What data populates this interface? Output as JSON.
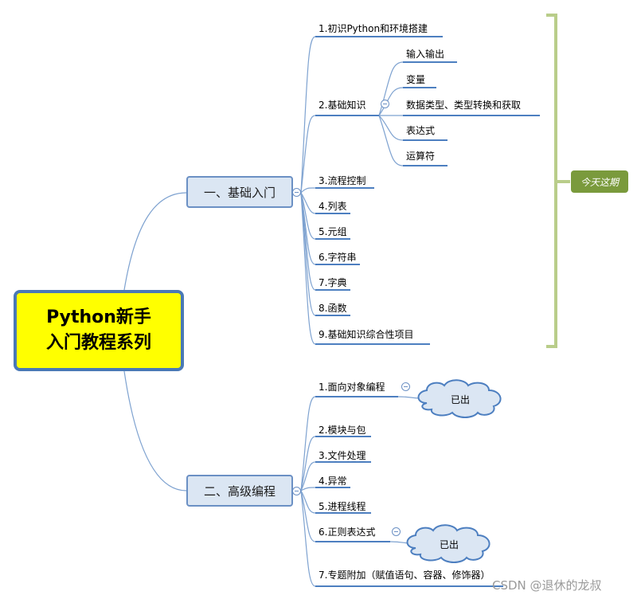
{
  "root": {
    "line1": "Python新手",
    "line2": "入门教程系列"
  },
  "branch1": {
    "label": "一、基础入门",
    "topics": [
      "1.初识Python和环境搭建",
      "2.基础知识",
      "3.流程控制",
      "4.列表",
      "5.元组",
      "6.字符串",
      "7.字典",
      "8.函数",
      "9.基础知识综合性项目"
    ],
    "subtopics": [
      "输入输出",
      "变量",
      "数据类型、类型转换和获取",
      "表达式",
      "运算符"
    ]
  },
  "branch2": {
    "label": "二、高级编程",
    "topics": [
      "1.面向对象编程",
      "2.模块与包",
      "3.文件处理",
      "4.异常",
      "5.进程线程",
      "6.正则表达式",
      "7.专题附加（赋值语句、容器、修饰器）"
    ]
  },
  "callouts": {
    "published_1": "已出",
    "published_2": "已出"
  },
  "bracket_tag": "今天这期",
  "watermark": "CSDN @退休的龙叔",
  "colors": {
    "line": "#6b90c4",
    "root_fill": "#ffff00",
    "main_fill": "#dbe6f3",
    "bracket": "#b9cd8a",
    "tag_fill": "#7a9a3c"
  }
}
